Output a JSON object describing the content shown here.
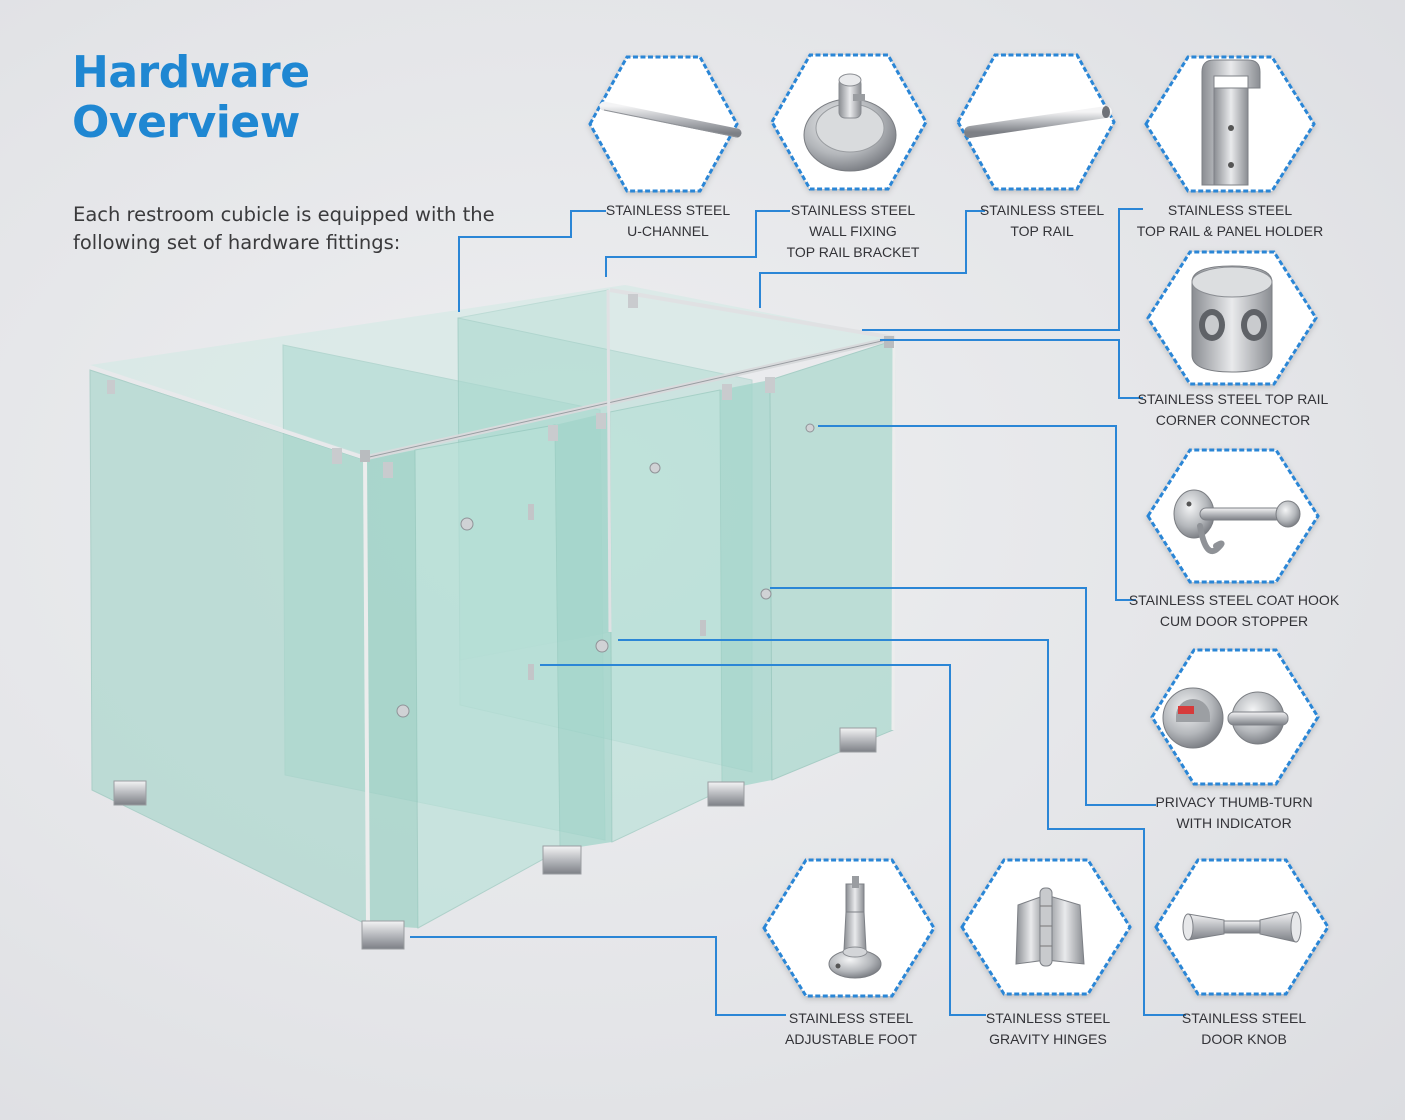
{
  "page": {
    "title_line1": "Hardware",
    "title_line2": "Overview",
    "intro_line1": "Each restroom cubicle is equipped with the",
    "intro_line2": "following set of hardware fittings:"
  },
  "colors": {
    "accent": "#1f87d2",
    "hexagon_border": "#2b86d6",
    "leader_line": "#2b86d6",
    "glass": "#b9e0d8",
    "text": "#333338"
  },
  "components": [
    {
      "id": "u-channel",
      "icon": "u-channel-icon",
      "label_line1": "STAINLESS STEEL",
      "label_line2": "U-CHANNEL",
      "label_line3": ""
    },
    {
      "id": "wall-fixing-bracket",
      "icon": "wall-fixing-bracket-icon",
      "label_line1": "STAINLESS STEEL",
      "label_line2": "WALL FIXING",
      "label_line3": "TOP RAIL BRACKET"
    },
    {
      "id": "top-rail",
      "icon": "top-rail-icon",
      "label_line1": "STAINLESS STEEL",
      "label_line2": "TOP RAIL",
      "label_line3": ""
    },
    {
      "id": "panel-holder",
      "icon": "panel-holder-icon",
      "label_line1": "STAINLESS STEEL",
      "label_line2": "TOP RAIL & PANEL HOLDER",
      "label_line3": ""
    },
    {
      "id": "corner-connector",
      "icon": "corner-connector-icon",
      "label_line1": "STAINLESS STEEL TOP RAIL",
      "label_line2": "CORNER CONNECTOR",
      "label_line3": ""
    },
    {
      "id": "coat-hook",
      "icon": "coat-hook-icon",
      "label_line1": "STAINLESS STEEL COAT HOOK",
      "label_line2": "CUM DOOR STOPPER",
      "label_line3": ""
    },
    {
      "id": "thumb-turn",
      "icon": "thumb-turn-icon",
      "label_line1": "PRIVACY THUMB-TURN",
      "label_line2": "WITH INDICATOR",
      "label_line3": ""
    },
    {
      "id": "door-knob",
      "icon": "door-knob-icon",
      "label_line1": "STAINLESS STEEL",
      "label_line2": "DOOR KNOB",
      "label_line3": ""
    },
    {
      "id": "gravity-hinges",
      "icon": "gravity-hinge-icon",
      "label_line1": "STAINLESS STEEL",
      "label_line2": "GRAVITY HINGES",
      "label_line3": ""
    },
    {
      "id": "adjustable-foot",
      "icon": "adjustable-foot-icon",
      "label_line1": "STAINLESS STEEL",
      "label_line2": "ADJUSTABLE FOOT",
      "label_line3": ""
    }
  ]
}
